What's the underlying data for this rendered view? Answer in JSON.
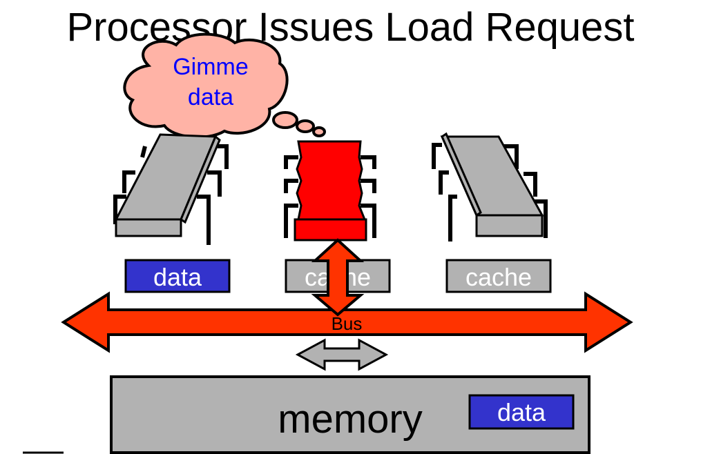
{
  "slide": {
    "title": "Processor Issues Load Request",
    "thought_bubble": {
      "line1": "Gimme",
      "line2": "data"
    },
    "processors": [
      {
        "label": "data",
        "state": "holds-data"
      },
      {
        "label": "cache",
        "state": "requesting"
      },
      {
        "label": "cache",
        "state": "idle"
      }
    ],
    "bus_label": "Bus",
    "memory": {
      "label": "memory",
      "data_label": "data"
    }
  },
  "colors": {
    "chip_gray": "#b2b2b2",
    "requesting_chip": "#ff0000",
    "bus_red": "#ff3300",
    "data_blue": "#3333cc",
    "bubble_pink": "#ffb3a6",
    "bubble_text": "#0000ff"
  }
}
